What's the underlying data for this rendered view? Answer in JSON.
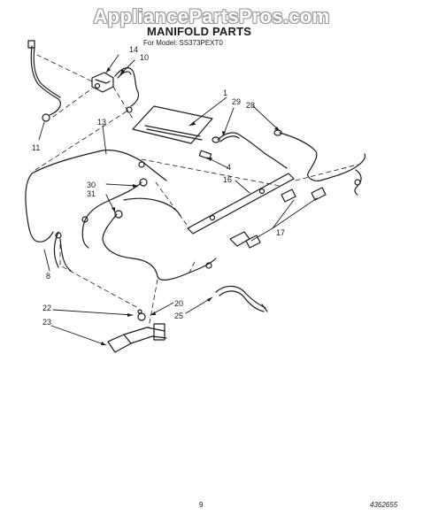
{
  "watermark": "AppliancePartsPros.com",
  "header": {
    "title": "MANIFOLD PARTS",
    "subtitle": "For Model: SS373PEXT0"
  },
  "callouts": {
    "c1": "1",
    "c4": "4",
    "c8": "8",
    "c10": "10",
    "c11": "11",
    "c13": "13",
    "c14": "14",
    "c16": "16",
    "c17": "17",
    "c20": "20",
    "c22": "22",
    "c23": "23",
    "c25": "25",
    "c28": "28",
    "c29": "29",
    "c30": "30",
    "c31": "31"
  },
  "footer": {
    "page_number": "9",
    "doc_code": "4362655"
  }
}
